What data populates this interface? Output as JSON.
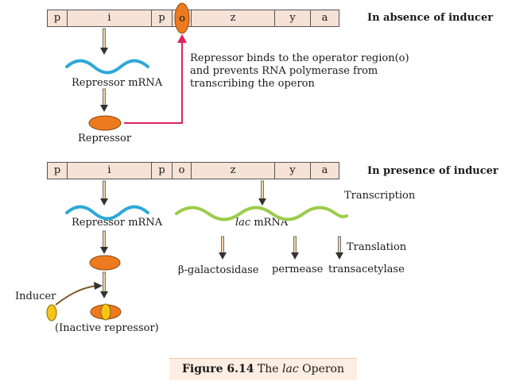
{
  "top_panel": {
    "heading": "In absence of inducer",
    "genes": [
      "p",
      "i",
      "p",
      "o",
      "z",
      "y",
      "a"
    ],
    "repressor_mrna_label": "Repressor mRNA",
    "repressor_label": "Repressor",
    "explanation": [
      "Repressor binds to the operator region(o)",
      "and prevents RNA polymerase from",
      "transcribing the operon"
    ]
  },
  "bottom_panel": {
    "heading": "In presence of inducer",
    "genes": [
      "p",
      "i",
      "p",
      "o",
      "z",
      "y",
      "a"
    ],
    "transcription_label": "Transcription",
    "repressor_mrna_label": "Repressor mRNA",
    "lac_mrna_italic": "lac",
    "lac_mrna_rest": " mRNA",
    "translation_label": "Translation",
    "products": [
      "β-galactosidase",
      "permease",
      "transacetylase"
    ],
    "inducer_label": "Inducer",
    "inactive_repressor_label": "(Inactive repressor)"
  },
  "caption": {
    "figure_label": "Figure 6.14",
    "text_before": " The ",
    "italic": "lac",
    "text_after": " Operon"
  },
  "colors": {
    "gene_fill": "#f6e2d6",
    "repressor": "#ee7a1f",
    "inducer": "#f5c518",
    "repressor_mrna": "#2ea8d8",
    "lac_mrna": "#9ccc4a",
    "bind_arrow": "#e0245e"
  }
}
